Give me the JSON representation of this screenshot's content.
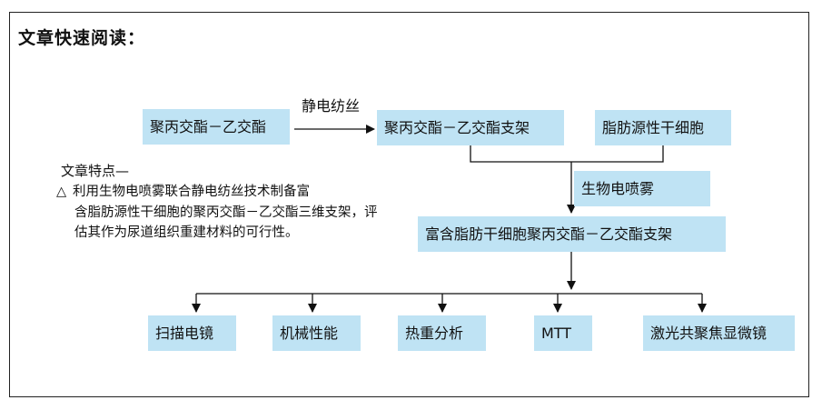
{
  "title": "文章快速阅读：",
  "nodes": {
    "plga": "聚丙交酯－乙交酯",
    "scaffold": "聚丙交酯－乙交酯支架",
    "adsc": "脂肪源性干细胞",
    "rich_scaffold": "富含脂肪干细胞聚丙交酯－乙交酯支架"
  },
  "edge_labels": {
    "electrospin": "静电纺丝",
    "bioelectrospray": "生物电喷雾"
  },
  "outputs": [
    "扫描电镜",
    "机械性能",
    "热重分析",
    "MTT",
    "激光共聚焦显微镜"
  ],
  "features": {
    "heading": "文章特点—",
    "bullet": "△",
    "line1": "利用生物电喷雾联合静电纺丝技术制备富",
    "rest": "含脂肪源性干细胞的聚丙交酯－乙交酯三维支架，评估其作为尿道组织重建材料的可行性。"
  },
  "colors": {
    "box_fill": "#bfe3f4",
    "line": "#111111"
  }
}
